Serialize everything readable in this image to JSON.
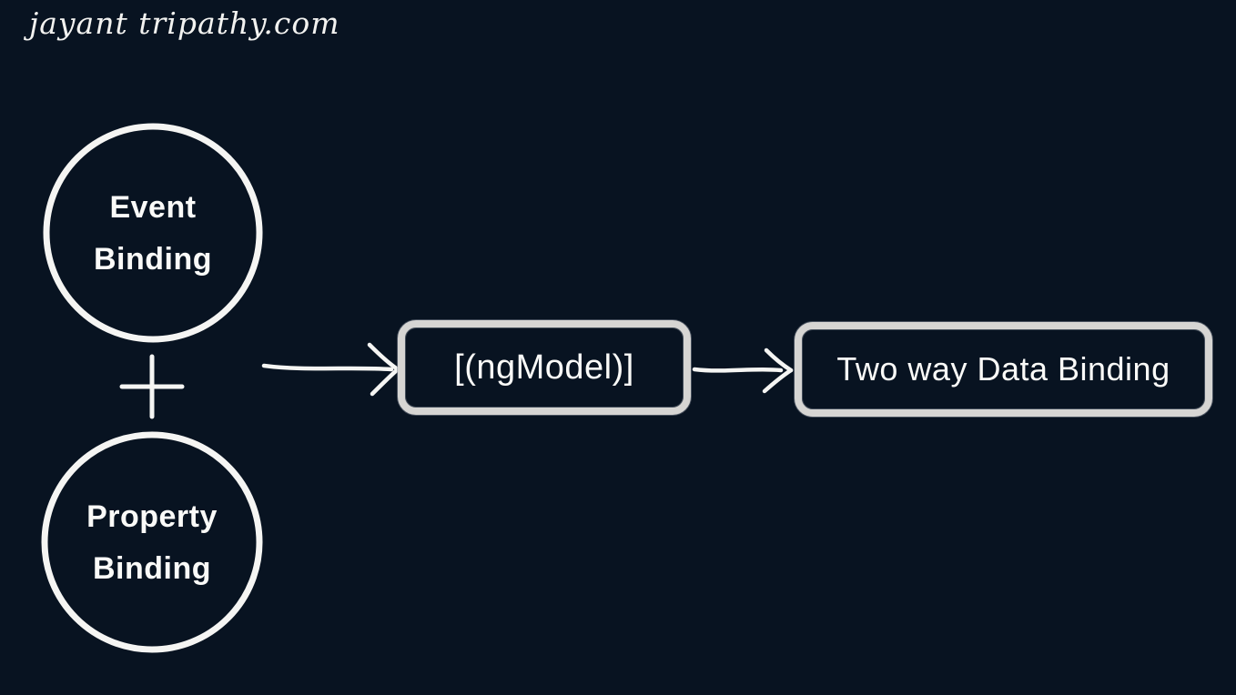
{
  "watermark": {
    "text": "jayant tripathy.com"
  },
  "diagram": {
    "event_circle": {
      "line1": "Event",
      "line2": "Binding"
    },
    "property_circle": {
      "line1": "Property",
      "line2": "Binding"
    },
    "plus": "+",
    "ngmodel_box": {
      "label": "[(ngModel)]"
    },
    "twoway_box": {
      "label": "Two way Data Binding"
    }
  },
  "colors": {
    "background": "#081321",
    "line": "#f5f5f3",
    "box_border": "#d6d5d3",
    "text": "#fafaf8"
  }
}
